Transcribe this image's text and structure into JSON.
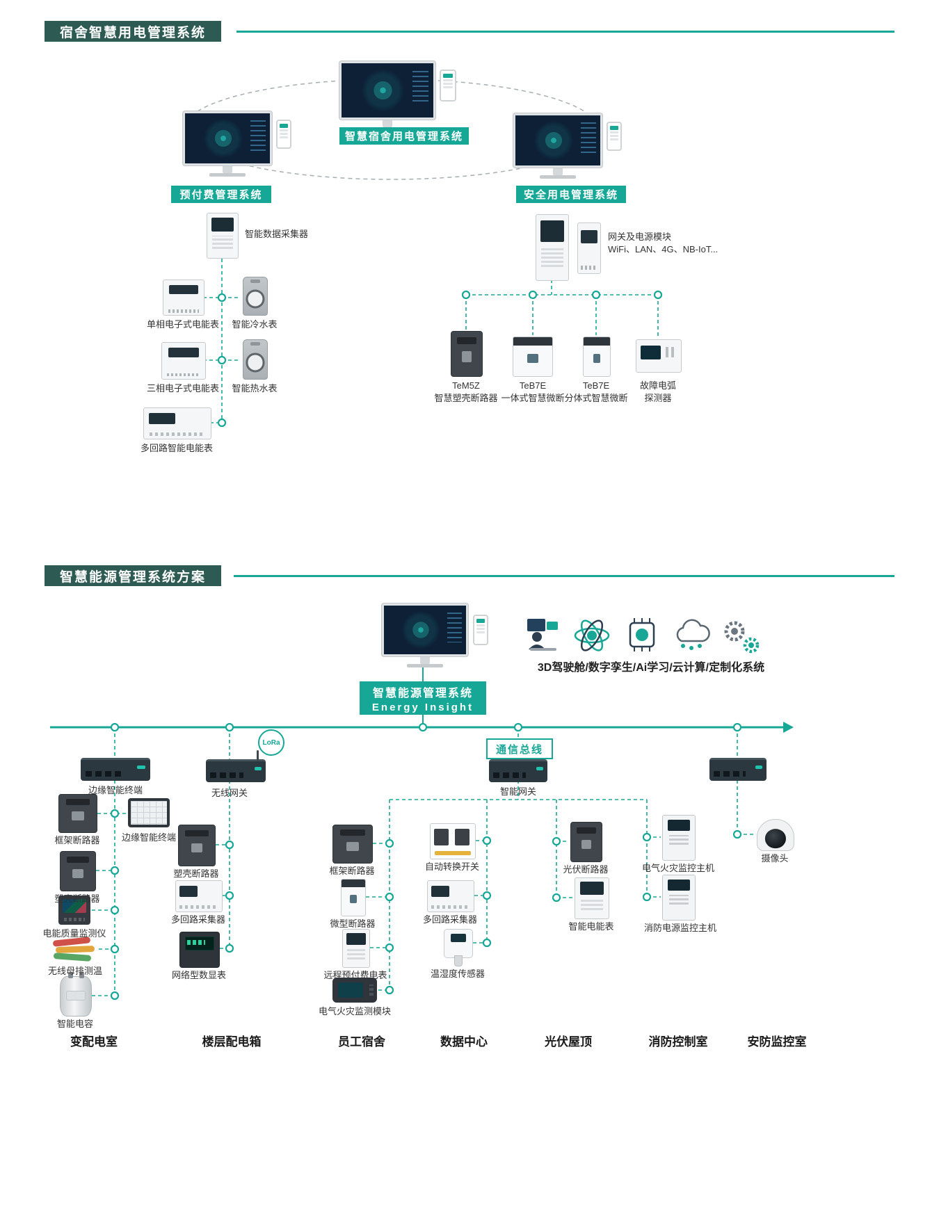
{
  "colors": {
    "accent": "#16a796",
    "header_bg": "#2d5a52"
  },
  "s1": {
    "header": "宿舍智慧用电管理系统",
    "system_badge": "智慧宿舍用电管理系统",
    "prepaid": {
      "badge": "预付费管理系统",
      "collector": "智能数据采集器",
      "devices": [
        "单相电子式电能表",
        "智能冷水表",
        "三相电子式电能表",
        "智能热水表",
        "多回路智能电能表"
      ]
    },
    "safety": {
      "badge": "安全用电管理系统",
      "gateway1": "网关及电源模块",
      "gateway2": "WiFi、LAN、4G、NB-IoT...",
      "devices": [
        {
          "model": "TeM5Z",
          "name": "智慧塑壳断路器"
        },
        {
          "model": "TeB7E",
          "name": "一体式智慧微断"
        },
        {
          "model": "TeB7E",
          "name": "分体式智慧微断"
        },
        {
          "model": "故障电弧",
          "name": "探测器"
        }
      ]
    }
  },
  "s2": {
    "header": "智慧能源管理系统方案",
    "caption": "3D驾驶舱/数字孪生/Ai学习/云计算/定制化系统",
    "platform1": "智慧能源管理系统",
    "platform2": "Energy  Insight",
    "bus": "通信总线",
    "lora": "LoRa",
    "gw_edge": "边缘智能终端",
    "gw_wireless": "无线网关",
    "gw_smart": "智能网关",
    "cols": [
      {
        "devices": [
          "框架断路器",
          "边缘智能终端",
          "塑壳断路器",
          "电能质量监测仪",
          "无线母排测温",
          "智能电容"
        ],
        "footer": "变配电室"
      },
      {
        "devices": [
          "塑壳断路器",
          "多回路采集器",
          "网络型数显表"
        ],
        "footer": "楼层配电箱"
      },
      {
        "devices": [
          "框架断路器",
          "微型断路器",
          "远程预付费电表",
          "电气火灾监测模块"
        ],
        "footer": "员工宿舍"
      },
      {
        "devices": [
          "自动转换开关",
          "多回路采集器",
          "温湿度传感器"
        ],
        "footer": "数据中心"
      },
      {
        "devices": [
          "光伏断路器",
          "智能电能表"
        ],
        "footer": "光伏屋顶"
      },
      {
        "devices": [
          "电气火灾监控主机",
          "消防电源监控主机"
        ],
        "footer": "消防控制室"
      },
      {
        "devices": [
          "摄像头"
        ],
        "footer": "安防监控室"
      }
    ]
  }
}
